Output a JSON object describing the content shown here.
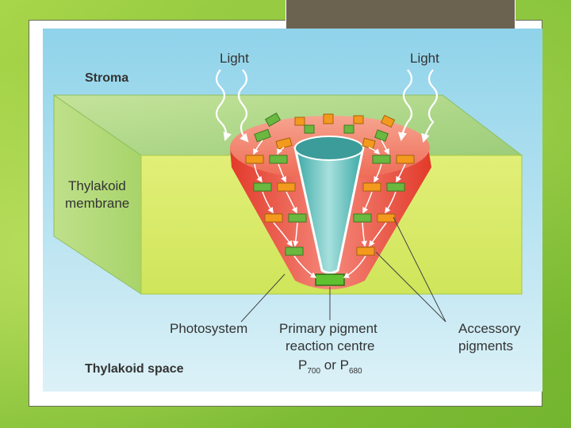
{
  "labels": {
    "light_left": "Light",
    "light_right": "Light",
    "stroma": "Stroma",
    "thylakoid_membrane_line1": "Thylakoid",
    "thylakoid_membrane_line2": "membrane",
    "photosystem": "Photosystem",
    "primary_pigment_line1": "Primary pigment",
    "primary_pigment_line2": "reaction centre",
    "primary_pigment_p": "P",
    "primary_pigment_sub1": "700",
    "primary_pigment_or": " or P",
    "primary_pigment_sub2": "680",
    "accessory_line1": "Accessory",
    "accessory_line2": "pigments",
    "thylakoid_space": "Thylakoid space"
  },
  "colors": {
    "background_blue": "#a7dcef",
    "membrane_green": "#d6ea6a",
    "membrane_top": "#b5d98a",
    "photosystem_red": "#e8503a",
    "reaction_center_teal": "#6fc3c3",
    "pigment_green": "#6ab83f",
    "pigment_orange": "#f39a1e"
  }
}
